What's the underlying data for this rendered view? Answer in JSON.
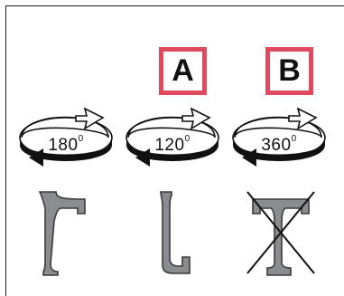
{
  "panels": [
    {
      "badge": "",
      "degrees": "180",
      "superscript": "0",
      "struck": false,
      "shape": "tall-foot"
    },
    {
      "badge": "A",
      "degrees": "120",
      "superscript": "0",
      "struck": false,
      "shape": "short-foot"
    },
    {
      "badge": "B",
      "degrees": "360",
      "superscript": "0",
      "struck": true,
      "shape": "double-t"
    }
  ],
  "colors": {
    "badge_border": "#e04a5e",
    "arrow_fill": "#ffffff",
    "arrow_stroke": "#111111",
    "band_dark": "#111111",
    "part_fill": "#8a8c8f",
    "part_stroke": "#3a3a3a",
    "strike": "#111111"
  }
}
